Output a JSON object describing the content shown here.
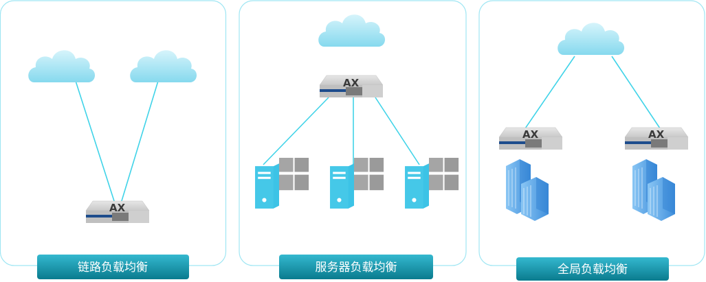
{
  "device_label": "AX",
  "panels": [
    {
      "caption": "链路负载均衡"
    },
    {
      "caption": "服务器负载均衡"
    },
    {
      "caption": "全局负载均衡"
    }
  ],
  "colors": {
    "panel_border": "#9fe6f3",
    "link_line": "#3fd3e8",
    "cloud_top": "#d6f4fb",
    "cloud_bottom": "#86d9ee",
    "label_top": "#2fb2c9",
    "label_bottom": "#0b7f92",
    "server_cyan": "#45c8e8",
    "server_gray": "#9c9c9c",
    "building_blue": "#5aa8e8",
    "device_body": "#d2d2d2",
    "device_stripe": "#1d4c8c"
  }
}
